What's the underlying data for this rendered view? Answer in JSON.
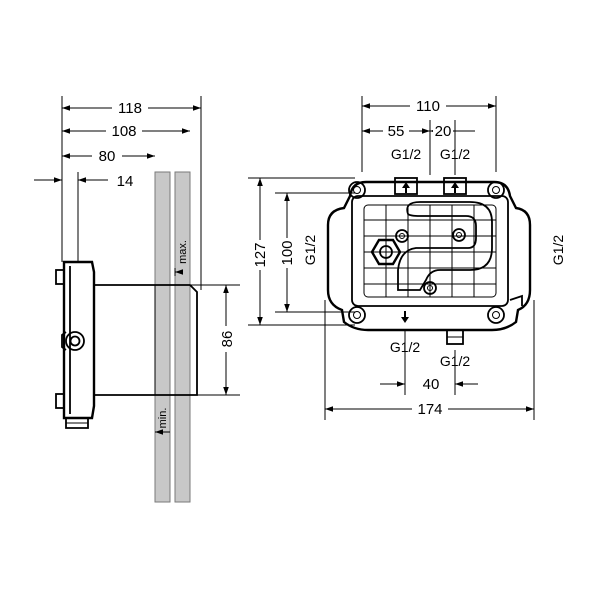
{
  "colors": {
    "line": "#000000",
    "wall_fill": "#c8c8c8",
    "wall_stroke": "#7a7a7a",
    "background": "#ffffff"
  },
  "side_view": {
    "dims": {
      "d118": "118",
      "d108": "108",
      "d80": "80",
      "d14": "14",
      "d86": "86"
    },
    "labels": {
      "max": "max.",
      "min": "min."
    }
  },
  "front_view": {
    "dims": {
      "d110": "110",
      "d55": "55",
      "d20": "20",
      "d127": "127",
      "d100": "100",
      "d40": "40",
      "d174": "174"
    },
    "threads": {
      "top_left": "G1/2",
      "top_right": "G1/2",
      "left": "G1/2",
      "right": "G1/2",
      "bottom_left": "G1/2",
      "bottom_right": "G1/2"
    }
  }
}
